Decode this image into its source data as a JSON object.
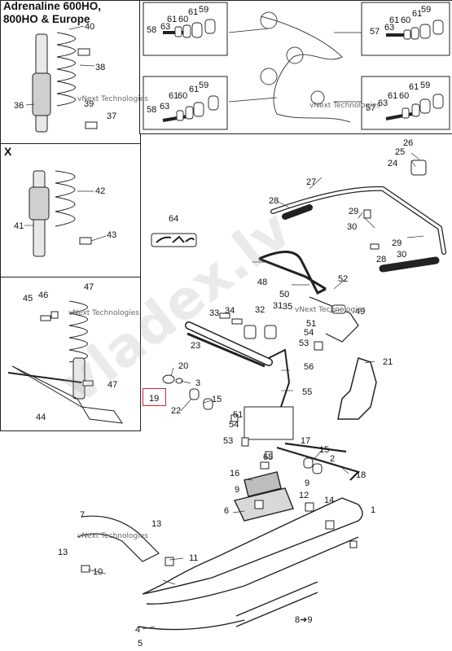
{
  "title": "Adrenaline 600HO,\n800HO & Europe",
  "x_label": "X",
  "watermark_small": "vNext Technologies",
  "watermark_large": "vladex.lv",
  "highlighted_part": "19",
  "colors": {
    "highlight": "#d2233c",
    "line": "#222222",
    "watermark": "#9a9a9a"
  },
  "callouts": {
    "c1": "1",
    "c2": "2",
    "c3": "3",
    "c4": "4",
    "c5": "5",
    "c6": "6",
    "c7": "7",
    "c8": "8➔9",
    "c9a": "9",
    "c9b": "9",
    "c10": "10",
    "c11": "11",
    "c12": "12",
    "c13a": "13",
    "c13b": "13",
    "c14": "14",
    "c15a": "15",
    "c15b": "15",
    "c16": "16",
    "c17": "17",
    "c18": "18",
    "c19": "19",
    "c20": "20",
    "c21": "21",
    "c22": "22",
    "c23": "23",
    "c24": "24",
    "c25": "25",
    "c26": "26",
    "c27": "27",
    "c28a": "28",
    "c28b": "28",
    "c29a": "29",
    "c29b": "29",
    "c30a": "30",
    "c30b": "30",
    "c31": "31",
    "c32": "32",
    "c33": "33",
    "c34": "34",
    "c35": "35",
    "c36": "36",
    "c37": "37",
    "c38": "38",
    "c39": "39",
    "c40": "40",
    "c41": "41",
    "c42": "42",
    "c43": "43",
    "c44": "44",
    "c45": "45",
    "c46": "46",
    "c47a": "47",
    "c47b": "47",
    "c48": "48",
    "c49": "49",
    "c50": "50",
    "c51a": "51",
    "c51b": "51",
    "c52": "52",
    "c53a": "53",
    "c53b": "53",
    "c54a": "54",
    "c54b": "54",
    "c55": "55",
    "c56": "56",
    "c64": "64",
    "c65": "65",
    "p1a": "58",
    "p1b": "63",
    "p1c": "61",
    "p1d": "60",
    "p1e": "61",
    "p1f": "59",
    "p2a": "57",
    "p2b": "63",
    "p2c": "61",
    "p2d": "60",
    "p2e": "61",
    "p2f": "59",
    "p3a": "58",
    "p3b": "63",
    "p3c": "61",
    "p3d": "60",
    "p3e": "61",
    "p3f": "59",
    "p4a": "57",
    "p4b": "63",
    "p4c": "61",
    "p4d": "60",
    "p4e": "61",
    "p4f": "59"
  }
}
